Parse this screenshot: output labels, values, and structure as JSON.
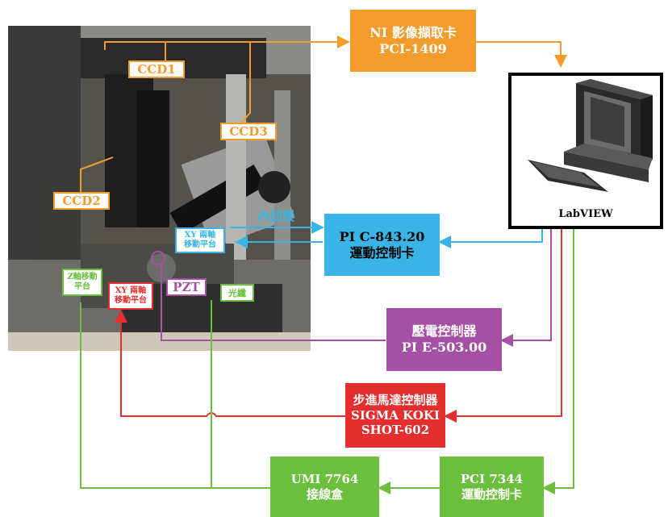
{
  "blocks": {
    "ni_card": {
      "line1": "NI 影像擷取卡",
      "line2": "PCI-1409"
    },
    "pi_c843": {
      "line1": "PI C-843.20",
      "line2": "運動控制卡"
    },
    "piezo": {
      "line1": "壓電控制器",
      "line2": "PI E-503.00"
    },
    "stepper": {
      "line1": "步進馬達控制器",
      "line2": "SIGMA KOKI",
      "line3": "SHOT-602"
    },
    "pci7344": {
      "line1": "PCI 7344",
      "line2": "運動控制卡"
    },
    "umi": {
      "line1": "UMI 7764",
      "line2": "接線盒"
    },
    "labview": {
      "label": "LabVIEW"
    }
  },
  "photo_labels": {
    "ccd1": "CCD1",
    "ccd2": "CCD2",
    "ccd3": "CCD3",
    "inner_loop": "內回授",
    "xy_stage_top": {
      "line1": "XY 兩軸",
      "line2": "移動平台"
    },
    "z_stage": {
      "line1": "Z軸移動",
      "line2": "平台"
    },
    "xy_stage_red": {
      "line1": "XY 兩軸",
      "line2": "移動平台"
    },
    "pzt": "PZT",
    "fiber": "光纖"
  },
  "colors": {
    "orange": "#f39c2c",
    "blue": "#38b4e6",
    "purple": "#a54fa5",
    "red": "#e62e2e",
    "green": "#6cbf3c"
  }
}
